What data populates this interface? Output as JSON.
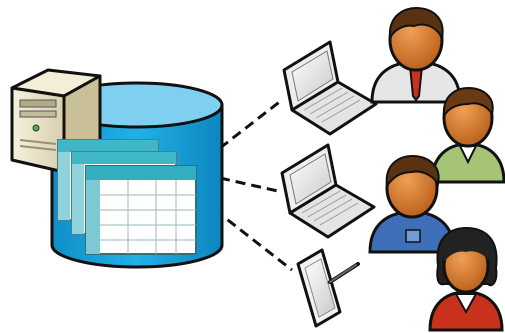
{
  "diagram": {
    "nodes": [
      {
        "id": "server",
        "icon": "server-tower-icon"
      },
      {
        "id": "database",
        "icon": "database-cylinder-icon"
      },
      {
        "id": "tables",
        "icon": "data-tables-icon"
      },
      {
        "id": "laptop-1",
        "icon": "laptop-icon"
      },
      {
        "id": "laptop-2",
        "icon": "laptop-icon"
      },
      {
        "id": "tablet",
        "icon": "tablet-stylus-icon"
      },
      {
        "id": "user-1",
        "icon": "user-avatar-icon"
      },
      {
        "id": "user-2",
        "icon": "user-avatar-icon"
      },
      {
        "id": "user-3",
        "icon": "user-avatar-icon"
      },
      {
        "id": "user-4",
        "icon": "user-avatar-icon"
      }
    ],
    "connections": [
      {
        "from": "database",
        "to": "laptop-1",
        "style": "dashed"
      },
      {
        "from": "database",
        "to": "laptop-2",
        "style": "dashed"
      },
      {
        "from": "database",
        "to": "tablet",
        "style": "dashed"
      }
    ],
    "colors": {
      "database_fill": "#1aa3dc",
      "database_top": "#7fd0f0",
      "table_header": "#3fb7c6",
      "server_body": "#ece6cf",
      "skin": "#d97a2e",
      "hair": "#5a3212",
      "shirt_white": "#e6e6e6",
      "shirt_green": "#a6c476",
      "shirt_blue": "#3f6fb8",
      "shirt_red": "#c8321d"
    }
  }
}
